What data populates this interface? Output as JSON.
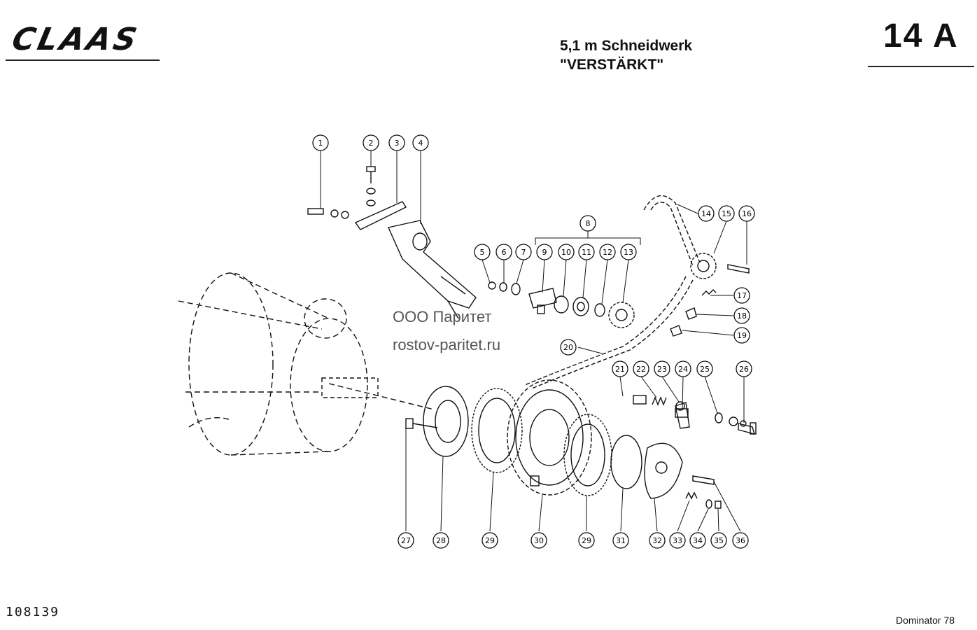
{
  "header": {
    "brand": "CLAAS",
    "title_line1": "5,1 m Schneidwerk",
    "title_line2": "\"VERSTÄRKT\"",
    "page_number": "14 A"
  },
  "watermark": {
    "line1": "ООО Паритет",
    "line2": "rostov-paritet.ru"
  },
  "footer": {
    "document_number": "108139",
    "model": "Dominator 78"
  },
  "callouts": [
    "1",
    "2",
    "3",
    "4",
    "5",
    "6",
    "7",
    "8",
    "9",
    "10",
    "11",
    "12",
    "13",
    "14",
    "15",
    "16",
    "17",
    "18",
    "19",
    "20",
    "21",
    "22",
    "23",
    "24",
    "25",
    "26",
    "27",
    "28",
    "29",
    "30",
    "29",
    "31",
    "32",
    "33",
    "34",
    "35",
    "36"
  ]
}
